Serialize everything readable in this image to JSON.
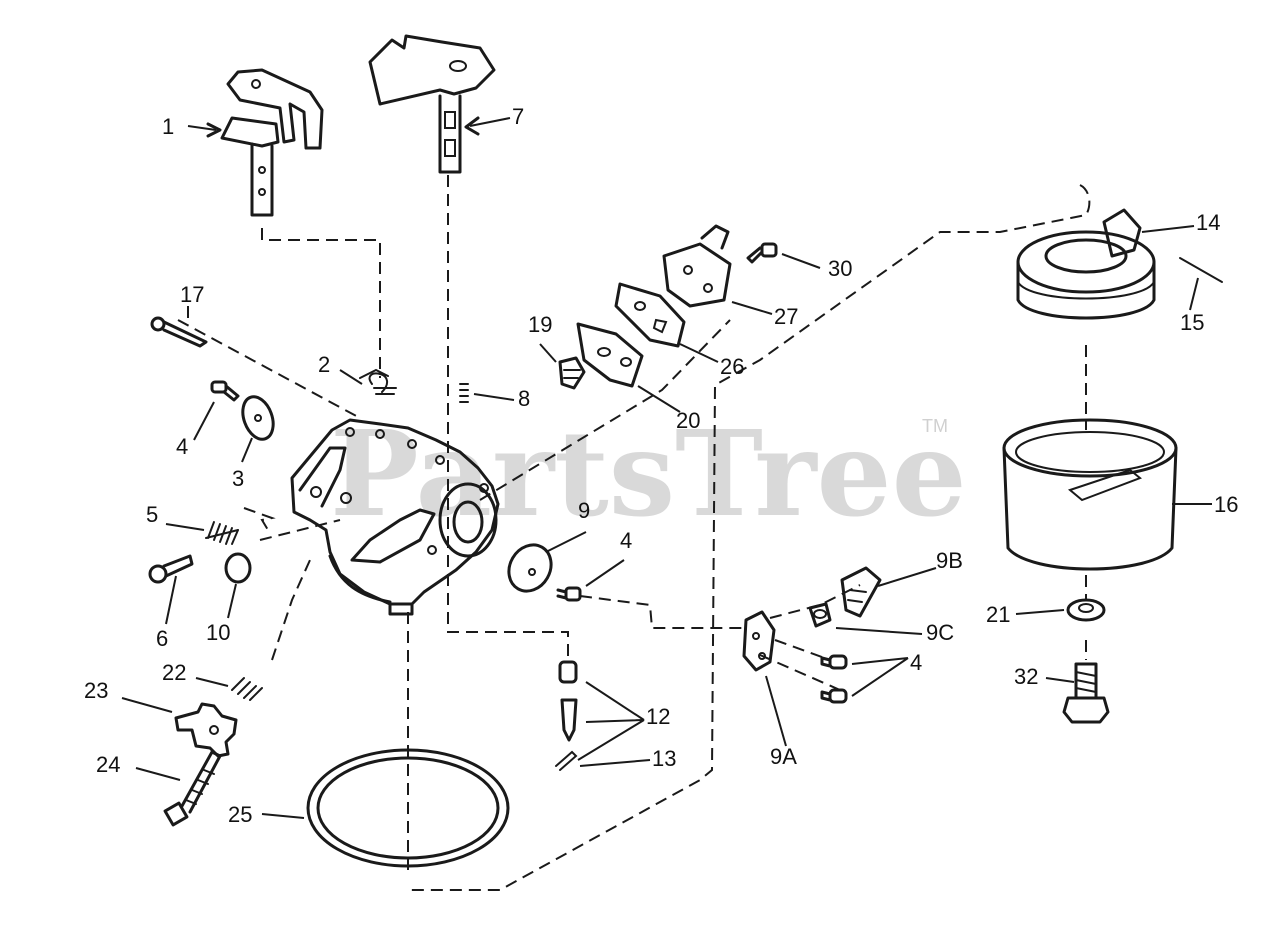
{
  "watermark": {
    "text": "PartsTree",
    "trademark": "TM"
  },
  "callouts": {
    "c1": "1",
    "c2": "2",
    "c3": "3",
    "c4a": "4",
    "c4b": "4",
    "c4c": "4",
    "c5": "5",
    "c6": "6",
    "c7": "7",
    "c8": "8",
    "c9": "9",
    "c9a": "9A",
    "c9b": "9B",
    "c9c": "9C",
    "c10": "10",
    "c12": "12",
    "c13": "13",
    "c14": "14",
    "c15": "15",
    "c16": "16",
    "c17": "17",
    "c19": "19",
    "c20": "20",
    "c21": "21",
    "c22": "22",
    "c23": "23",
    "c24": "24",
    "c25": "25",
    "c26": "26",
    "c27": "27",
    "c30": "30",
    "c32": "32"
  },
  "colors": {
    "ink": "#1a1a1a",
    "watermark": "#d9d9d9"
  }
}
